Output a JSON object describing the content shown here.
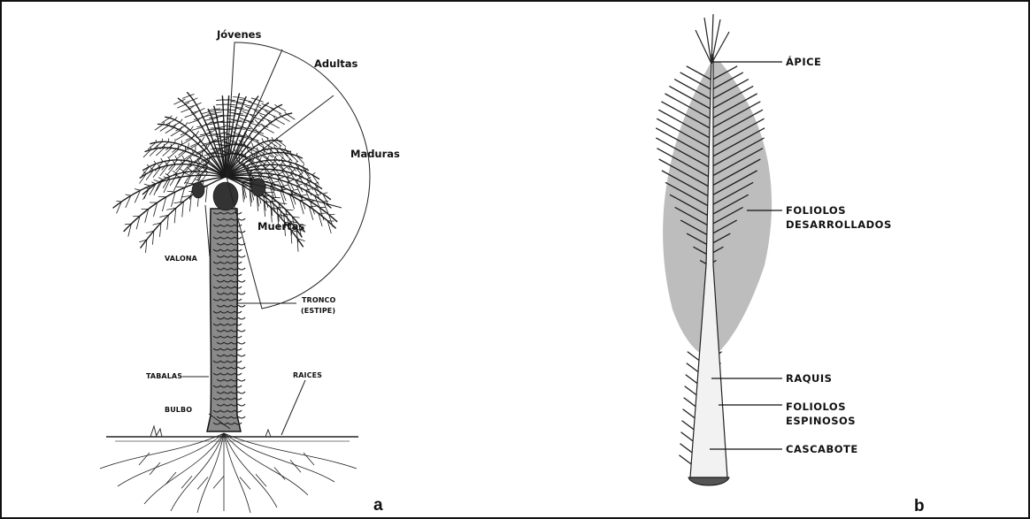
{
  "panel_a": {
    "label": "a",
    "zones": {
      "jovenes": "Jóvenes",
      "adultas": "Adultas",
      "maduras": "Maduras",
      "muertas": "Muertas"
    },
    "parts": {
      "valona": "VALONA",
      "tronco": "TRONCO",
      "estipe": "(ESTIPE)",
      "tabalas": "TABALAS",
      "raices": "RAICES",
      "bulbo": "BULBO"
    }
  },
  "panel_b": {
    "label": "b",
    "parts": {
      "apice": "ÁPICE",
      "foliolos_desarrollados_1": "FOLIOLOS",
      "foliolos_desarrollados_2": "DESARROLLADOS",
      "raquis": "RAQUIS",
      "foliolos_espinosos_1": "FOLIOLOS",
      "foliolos_espinosos_2": "ESPINOSOS",
      "cascabote": "CASCABOTE"
    }
  },
  "colors": {
    "ink": "#111111",
    "shade": "#b9b9b9",
    "paper": "#ffffff"
  }
}
